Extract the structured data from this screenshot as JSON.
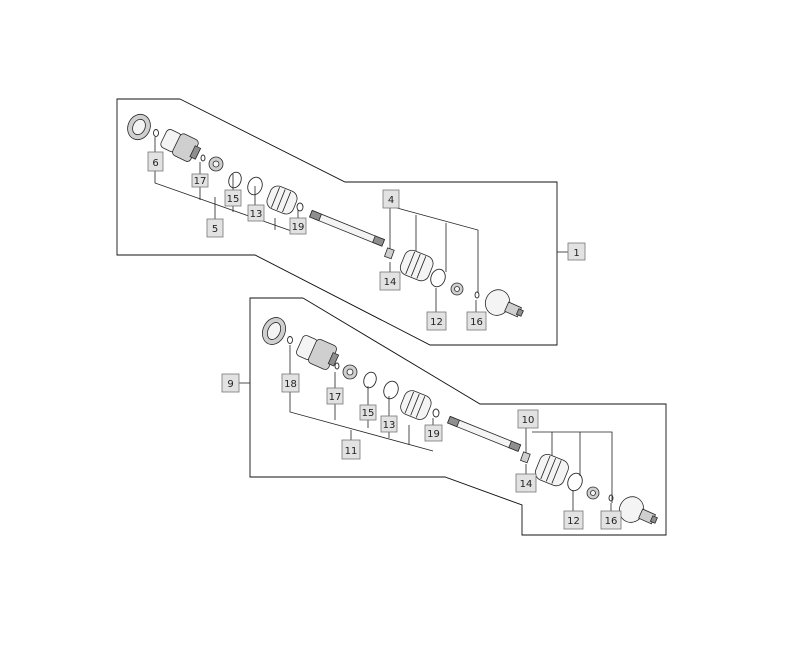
{
  "assemblies": [
    {
      "label": "1",
      "callouts": {
        "seal": "6",
        "ring_a": "17",
        "clip_a": "15",
        "clip_b": "13",
        "kit": "5",
        "ring_b": "19",
        "outer_kit": "4",
        "washer": "14",
        "clip_c": "12",
        "circlip": "16"
      }
    },
    {
      "label": "9",
      "callouts": {
        "seal": "18",
        "ring_a": "17",
        "clip_a": "15",
        "clip_b": "13",
        "kit": "11",
        "ring_b": "19",
        "outer_kit": "10",
        "washer": "14",
        "clip_c": "12",
        "circlip": "16"
      }
    }
  ]
}
